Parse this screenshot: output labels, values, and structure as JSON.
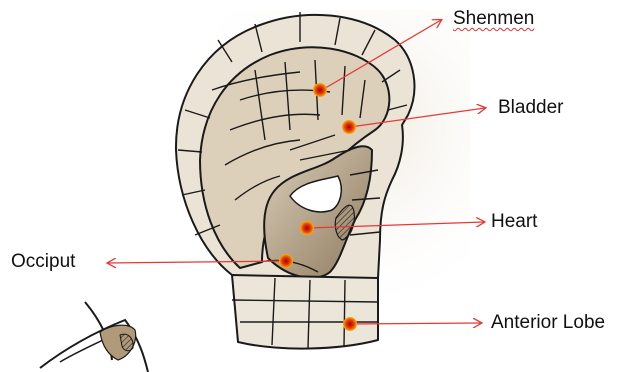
{
  "labels": {
    "shenmen": "Shenmen",
    "bladder": "Bladder",
    "heart": "Heart",
    "occiput": "Occiput",
    "anterior_lobe": "Anterior Lobe"
  },
  "colors": {
    "pointer_line": "#e53935",
    "point_fill": "#d32f0f",
    "point_glow": "#f5b400",
    "ear_skin": "#e9e1d3",
    "ear_shadow": "#a89478",
    "ear_outline": "#1a1a1a"
  }
}
